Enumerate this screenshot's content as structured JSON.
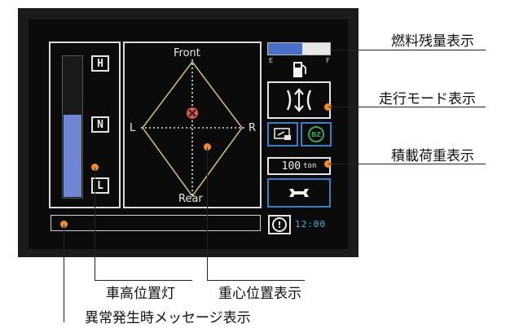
{
  "display": {
    "height_levels": {
      "high": "H",
      "neutral": "N",
      "low": "L"
    },
    "height_fill_fraction": 0.58,
    "cog": {
      "front": "Front",
      "rear": "Rear",
      "left": "L",
      "right": "R"
    },
    "fuel": {
      "empty_label": "E",
      "full_label": "F",
      "level_fraction": 0.55
    },
    "load": {
      "value": "100",
      "unit": "ton"
    },
    "clock": "12:00",
    "bz_label": "BZ",
    "colors": {
      "fuel_bar": "#4a6fc8",
      "height_bar": "#6f86d2",
      "accent_orange": "#f08a2a",
      "frame_blue": "#3a7fc6"
    }
  },
  "annotations": {
    "fuel": "燃料残量表示",
    "mode": "走行モード表示",
    "load": "積載荷重表示",
    "height_light": "車高位置灯",
    "cog": "重心位置表示",
    "message": "異常発生時メッセージ表示"
  },
  "icons": [
    "fuel-pump-icon",
    "drive-mode-icon",
    "monitor-icon",
    "bz-icon",
    "wrench-icon",
    "warning-icon"
  ]
}
